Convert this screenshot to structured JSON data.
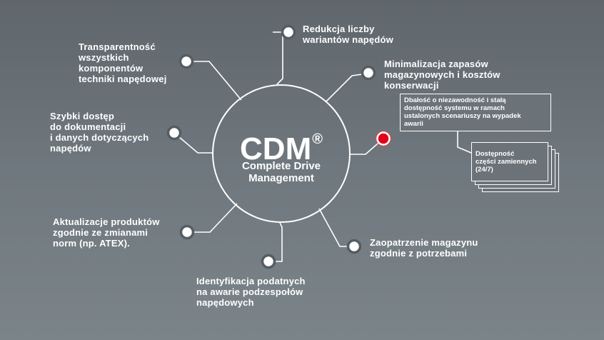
{
  "center": {
    "title": "CDM",
    "reg_mark": "®",
    "subtitle": "Complete Drive\nManagement"
  },
  "benefits": [
    {
      "id": "reduction",
      "text": "Redukcja liczby\nwariantów napędów"
    },
    {
      "id": "minimization",
      "text": "Minimalizacja zapasów\nmagazynowych i kosztów\nkonserwacji"
    },
    {
      "id": "reliability",
      "text": "Dbałość o niezawodność i stałą\ndostępność systemu w ramach\nustalonych scenariuszy na wypadek\nawarii",
      "highlighted": true
    },
    {
      "id": "spare-parts",
      "text": "Dostępność\nczęści zamiennych\n(24/7)"
    },
    {
      "id": "supply",
      "text": "Zaopatrzenie magazynu\nzgodnie z potrzebami"
    },
    {
      "id": "identification",
      "text": "Identyfikacja podatnych\nna awarie podzespołów\nnapędowych"
    },
    {
      "id": "updates",
      "text": "Aktualizacje produktów\nzgodnie ze zmianami\nnorm (np. ATEX)."
    },
    {
      "id": "access",
      "text": "Szybki dostęp\ndo dokumentacji\ni danych dotyczących\nnapędów"
    },
    {
      "id": "transparency",
      "text": "Transparentność\nwszystkich\nkomponentów\ntechniki napędowej"
    }
  ],
  "colors": {
    "background_top": "#5f666c",
    "background_bottom": "#7b8489",
    "line": "#ffffff",
    "highlight_dot": "#e3001b"
  }
}
